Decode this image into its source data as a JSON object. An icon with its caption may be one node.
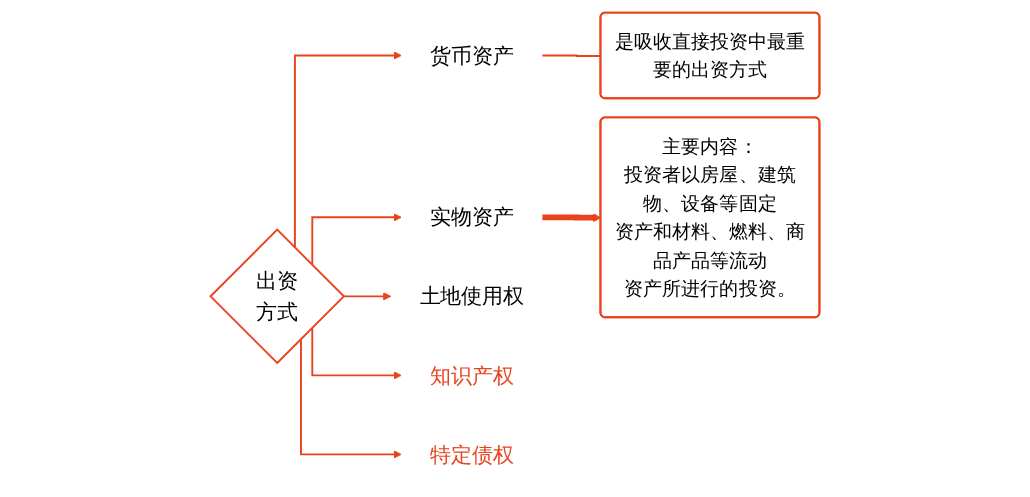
{
  "diagram": {
    "nodes": [
      {
        "text": [
          "出资方式"
        ]
      },
      {
        "text": [
          "货币资产"
        ]
      },
      {
        "text": [
          "实物资产"
        ]
      },
      {
        "text": [
          "土地使用权"
        ]
      },
      {
        "text": [
          "知识产权"
        ]
      },
      {
        "text": [
          "特定债权"
        ]
      },
      {
        "text": [
          "是吸收直接投资中最重要的出资方式"
        ]
      },
      {
        "text": [
          "主要内容：",
          "投资者以房屋、建筑物、设备等固定资产和材料、燃料、商品产品等流动资产所进行的投资。"
        ]
      }
    ],
    "edges": [
      {
        "from": 0,
        "to": 1,
        "arrow": "to"
      },
      {
        "from": 0,
        "to": 2,
        "arrow": "to"
      },
      {
        "from": 0,
        "to": 3,
        "arrow": "to"
      },
      {
        "from": 0,
        "to": 4,
        "arrow": "to"
      },
      {
        "from": 0,
        "to": 5,
        "arrow": "to"
      },
      {
        "from": 1,
        "to": 6,
        "arrow": "none"
      },
      {
        "from": 2,
        "to": 7,
        "arrow": "to",
        "style": "thick"
      }
    ]
  }
}
